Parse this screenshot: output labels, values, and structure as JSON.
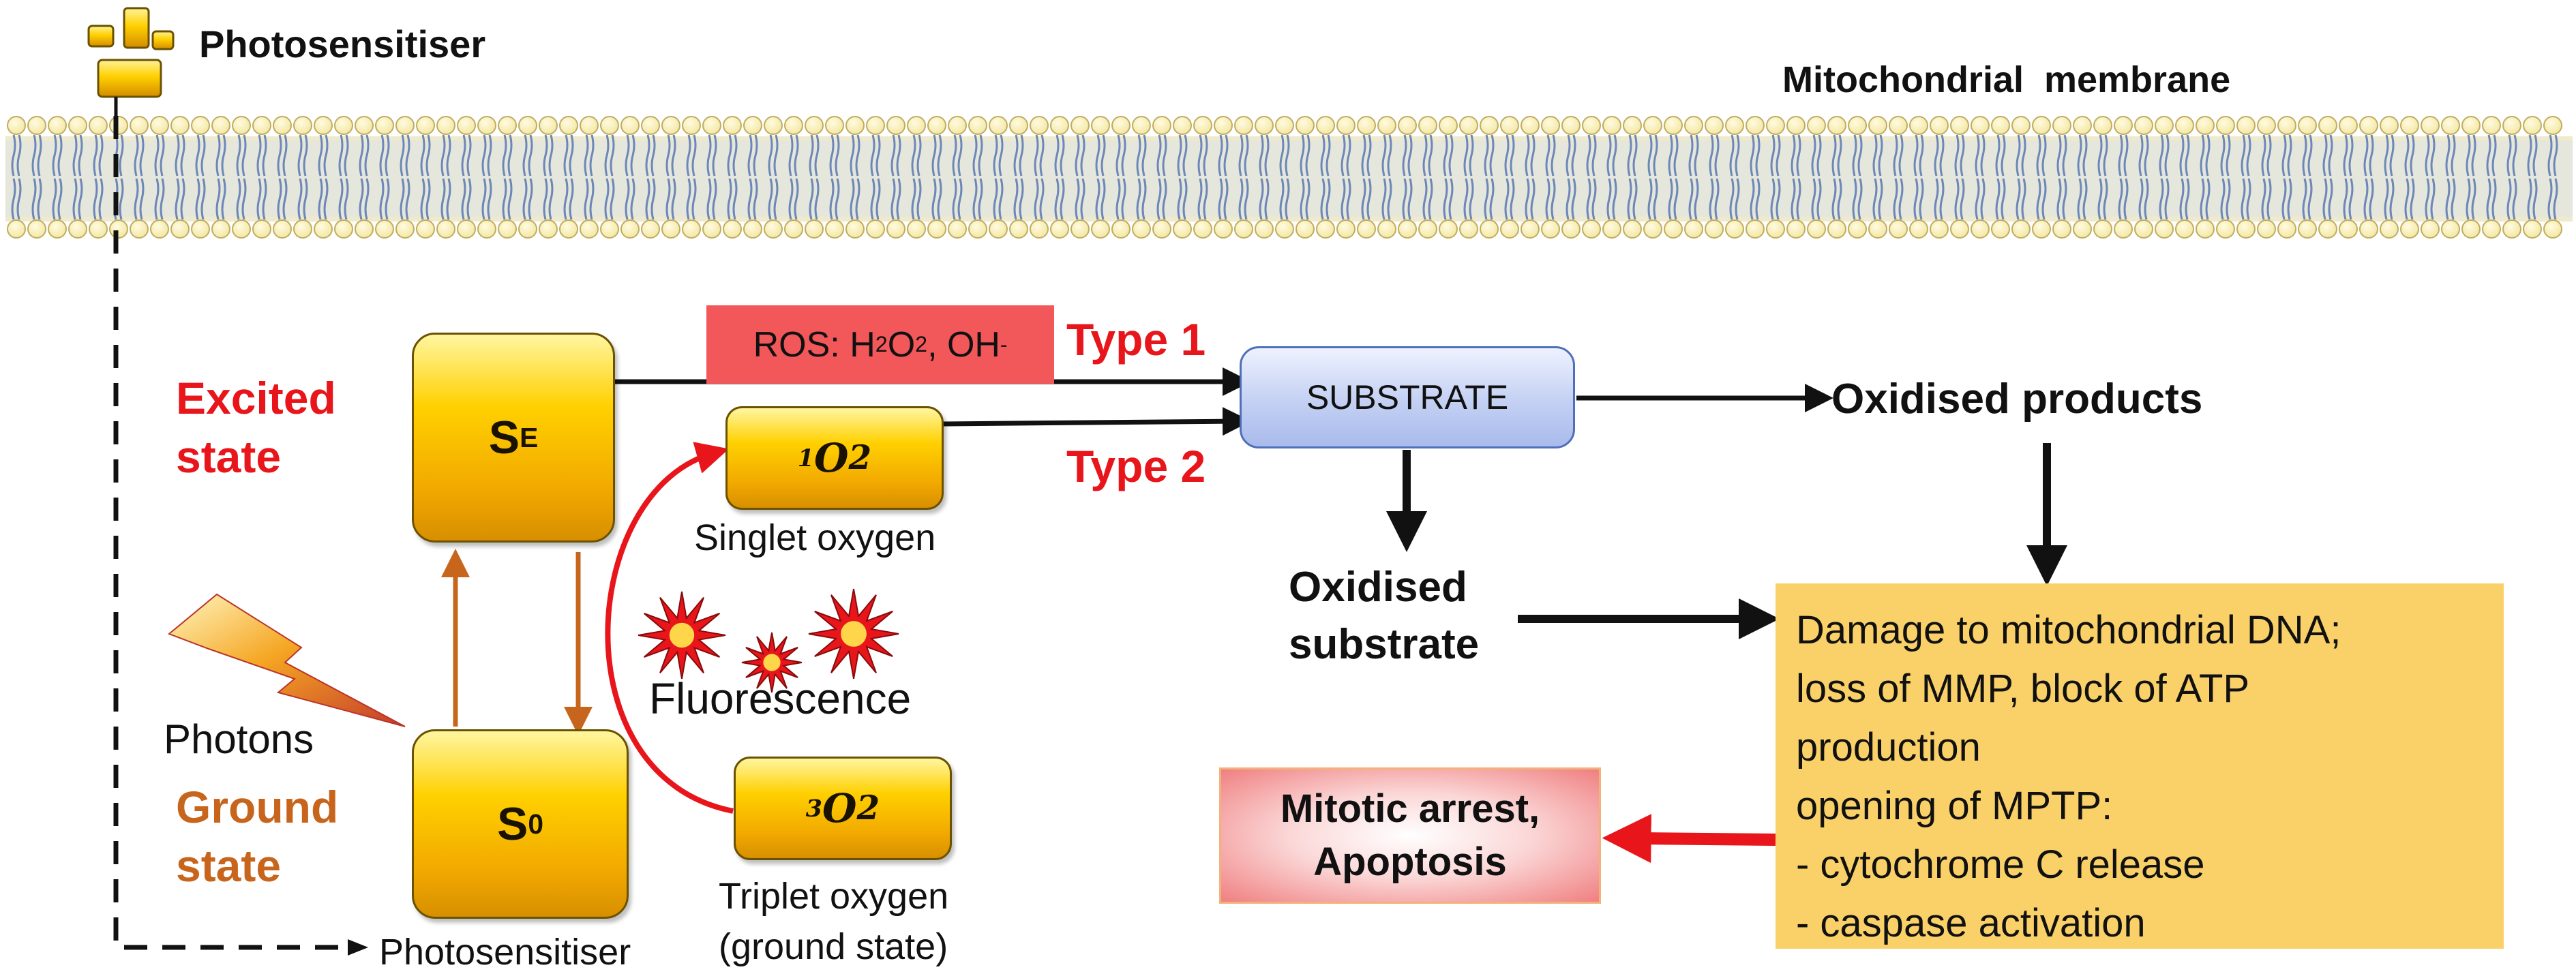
{
  "labels": {
    "photosensitiser_top": "Photosensitiser",
    "membrane": "Mitochondrial  membrane",
    "excited_1": "Excited",
    "excited_2": "state",
    "ground_1": "Ground",
    "ground_2": "state",
    "photons": "Photons",
    "photosensitiser_bottom": "Photosensitiser",
    "type1": "Type 1",
    "type2": "Type 2",
    "singlet_oxygen": "Singlet oxygen",
    "fluorescence": "Fluorescence",
    "triplet_1": "Triplet oxygen",
    "triplet_2": "(ground state)",
    "oxidised_products": "Oxidised products",
    "oxidised_sub_1": "Oxidised",
    "oxidised_sub_2": "substrate"
  },
  "boxes": {
    "se": {
      "main": "S",
      "sub": "E"
    },
    "s0": {
      "main": "S",
      "sub": "0"
    },
    "singlet": {
      "pre": "1",
      "main": "O",
      "sub": "2"
    },
    "triplet": {
      "pre": "3",
      "main": "O",
      "sub": "2"
    },
    "ros": {
      "a": "ROS: H",
      "b": "2",
      "c": "O",
      "d": "2",
      "e": ", OH",
      "f": "-"
    },
    "substrate": "SUBSTRATE"
  },
  "damage_lines": [
    "Damage to mitochondrial DNA;",
    "loss of MMP, block of ATP",
    "production",
    "opening of MPTP:",
    "- cytochrome C release",
    "- caspase activation"
  ],
  "outcome": {
    "line1": "Mitotic arrest,",
    "line2": "Apoptosis"
  },
  "colors": {
    "red": "#e8151b",
    "orange": "#c8651d",
    "membrane": "#fff3b0",
    "damage_bg": "#fad168"
  }
}
